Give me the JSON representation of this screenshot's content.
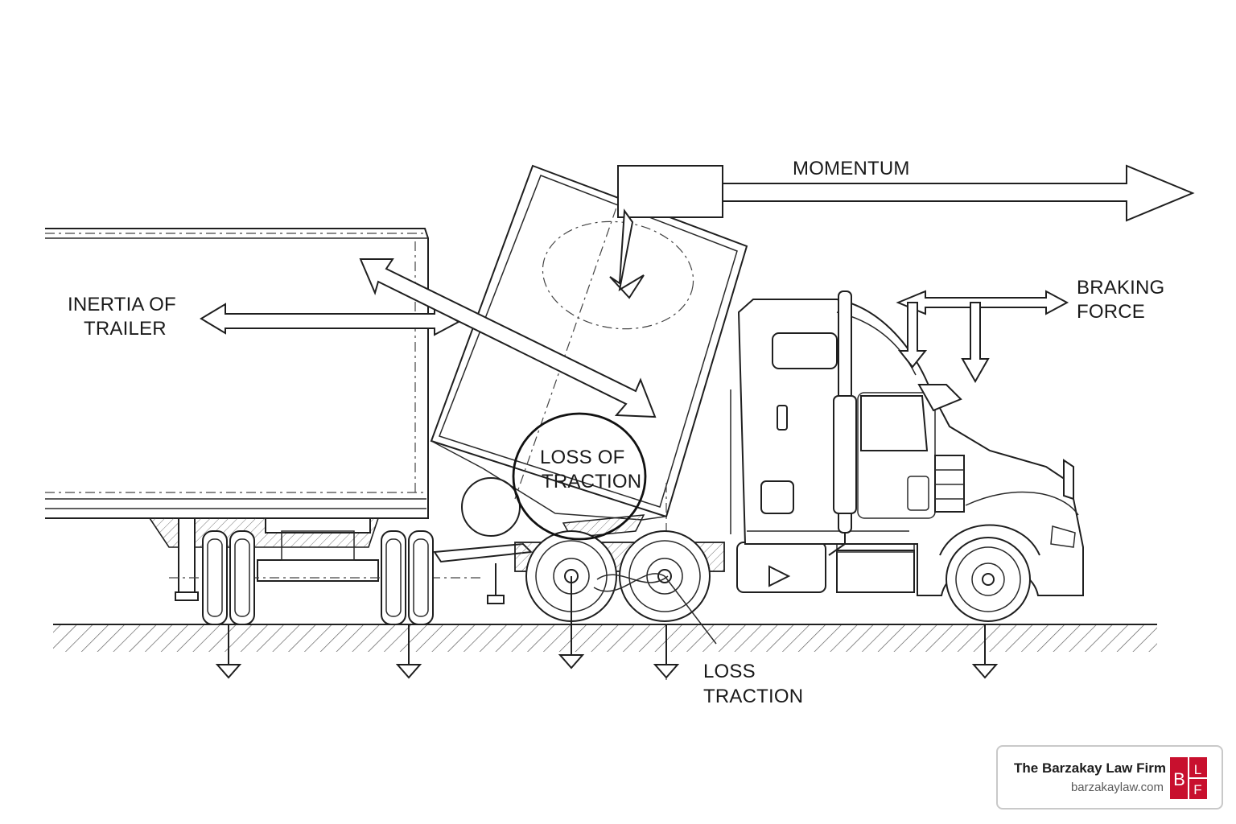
{
  "labels": {
    "momentum": "MOMENTUM",
    "inertia_line1": "INERTIA OF",
    "inertia_line2": "TRAILER",
    "braking_line1": "BRAKING",
    "braking_line2": "FORCE",
    "loss_of_traction_line1": "LOSS OF",
    "loss_of_traction_line2": "TRACTION",
    "loss_traction_line1": "LOSS",
    "loss_traction_line2": "TRACTION"
  },
  "brand": {
    "name": "The Barzakay Law Firm",
    "url": "barzakaylaw.com",
    "logo_letters": [
      "B",
      "L",
      "F"
    ],
    "logo_color": "#c8102e"
  },
  "colors": {
    "line": "#1f1f1f",
    "background": "#ffffff"
  }
}
